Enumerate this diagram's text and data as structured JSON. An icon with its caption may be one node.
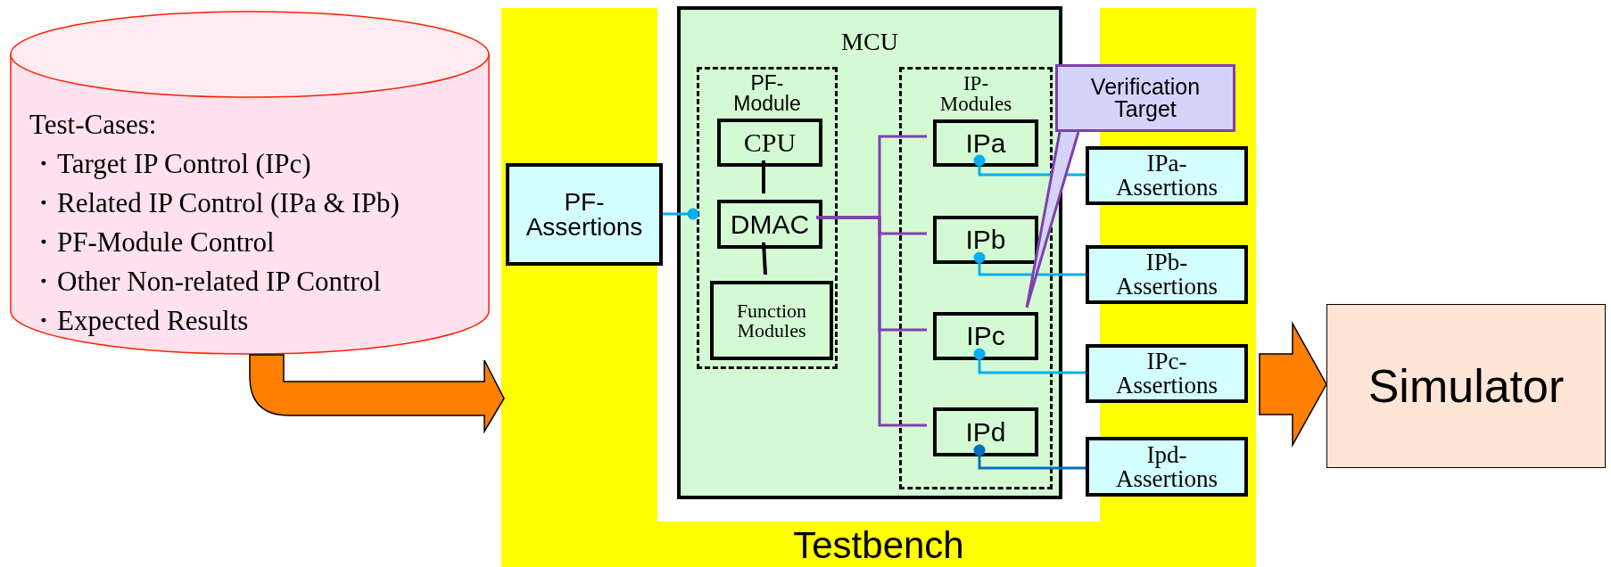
{
  "diagram": {
    "nodes": [
      {
        "text": [
          "Test-Cases:",
          "・Target IP Control (IPc)",
          "・Related IP Control (IPa & IPb)",
          "・PF-Module Control",
          "・Other Non-related IP Control",
          "・Expected Results"
        ]
      },
      {
        "text": [
          "Testbench"
        ]
      },
      {
        "text": [
          "PF- Assertions"
        ],
        "in": 1
      },
      {
        "text": [
          "MCU"
        ],
        "in": 1
      },
      {
        "text": [
          "PF- Module"
        ],
        "in": 3
      },
      {
        "text": [
          "CPU"
        ],
        "in": 4
      },
      {
        "text": [
          "DMAC"
        ],
        "in": 4
      },
      {
        "text": [
          "Function Modules"
        ],
        "in": 4
      },
      {
        "text": [
          "IP- Modules"
        ],
        "in": 3
      },
      {
        "text": [
          "IPa"
        ],
        "in": 8
      },
      {
        "text": [
          "IPb"
        ],
        "in": 8
      },
      {
        "text": [
          "IPc"
        ],
        "in": 8
      },
      {
        "text": [
          "IPd"
        ],
        "in": 8
      },
      {
        "text": [
          "Verification Target"
        ],
        "in": 1
      },
      {
        "text": [
          "IPa- Assertions"
        ],
        "in": 1
      },
      {
        "text": [
          "IPb- Assertions"
        ],
        "in": 1
      },
      {
        "text": [
          "IPc- Assertions"
        ],
        "in": 1
      },
      {
        "text": [
          "Ipd- Assertions"
        ],
        "in": 1
      },
      {
        "text": [
          "Simulator"
        ]
      }
    ],
    "edges": [
      {
        "from": 0,
        "to": 1,
        "arrow": "to",
        "style": "thick",
        "color": "#ff7f00"
      },
      {
        "from": 2,
        "to": 4,
        "arrow": "other",
        "color": "#00b0f0"
      },
      {
        "from": 5,
        "to": 6,
        "arrow": "none",
        "color": "#000000"
      },
      {
        "from": 6,
        "to": 7,
        "arrow": "none",
        "color": "#000000"
      },
      {
        "from": 6,
        "to": 9,
        "arrow": "none",
        "color": "#8040b0"
      },
      {
        "from": 6,
        "to": 10,
        "arrow": "none",
        "color": "#8040b0"
      },
      {
        "from": 6,
        "to": 11,
        "arrow": "none",
        "color": "#8040b0"
      },
      {
        "from": 6,
        "to": 12,
        "arrow": "none",
        "color": "#8040b0"
      },
      {
        "from": 14,
        "to": 9,
        "arrow": "other",
        "color": "#00b0f0"
      },
      {
        "from": 15,
        "to": 10,
        "arrow": "other",
        "color": "#00b0f0"
      },
      {
        "from": 16,
        "to": 11,
        "arrow": "other",
        "color": "#00b0f0"
      },
      {
        "from": 17,
        "to": 12,
        "arrow": "other",
        "color": "#0070c0"
      },
      {
        "from": 13,
        "to": 11,
        "arrow": "none",
        "color": "#8040b0"
      },
      {
        "from": 1,
        "to": 18,
        "arrow": "to",
        "style": "thick",
        "color": "#ff7f00"
      }
    ]
  }
}
